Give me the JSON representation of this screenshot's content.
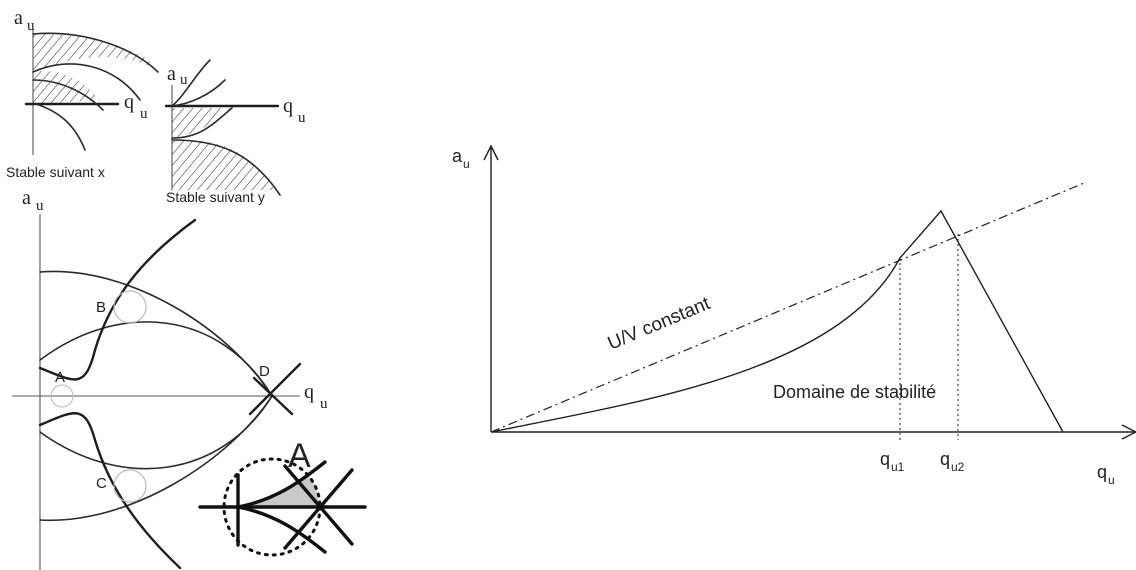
{
  "left_figure": {
    "inset_x": {
      "y_axis_label": "a",
      "y_axis_sub": "u",
      "x_axis_label": "q",
      "x_axis_sub": "u",
      "caption": "Stable suivant x"
    },
    "inset_y": {
      "y_axis_label": "a",
      "y_axis_sub": "u",
      "x_axis_label": "q",
      "x_axis_sub": "u",
      "caption": "Stable suivant y"
    },
    "main": {
      "y_axis_label": "a",
      "y_axis_sub": "u",
      "x_axis_label": "q",
      "x_axis_sub": "u",
      "points": [
        "A",
        "B",
        "C",
        "D"
      ],
      "zoom_label": "A"
    }
  },
  "right_figure": {
    "y_axis_label": "a",
    "y_axis_sub": "u",
    "x_axis_label": "q",
    "x_axis_sub": "u",
    "line_label": "U/V constant",
    "region_label": "Domaine de stabilité",
    "tick_1": "q",
    "tick_1_sub": "u1",
    "tick_2": "q",
    "tick_2_sub": "u2"
  }
}
